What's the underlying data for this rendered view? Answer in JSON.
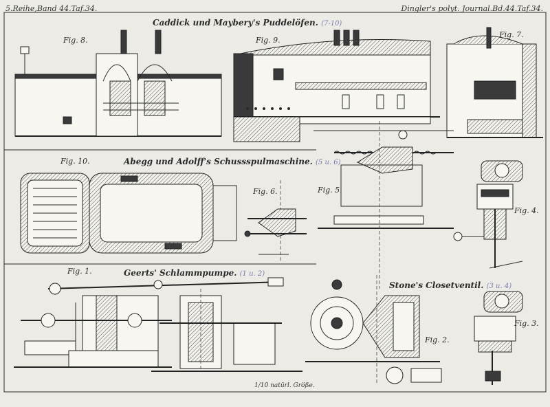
{
  "header": {
    "left": "5.Reihe,Band 44.Taf.34.",
    "right": "Dingler's polyt. Journal.Bd.44.Taf.34."
  },
  "titles": {
    "caddick": {
      "text": "Caddick und Maybery's Puddelöfen.",
      "ref": "(7-10)"
    },
    "abegg": {
      "text": "Abegg und Adolff's Schussspulmaschine.",
      "ref": "(5 u. 6)"
    },
    "geerts": {
      "text": "Geerts' Schlammpumpe.",
      "ref": "(1 u. 2)"
    },
    "stone": {
      "text": "Stone's Closetventil.",
      "ref": "(3 u. 4)"
    }
  },
  "figures": {
    "fig8": "Fig. 8.",
    "fig9": "Fig. 9.",
    "fig7": "Fig. 7.",
    "fig10": "Fig. 10.",
    "fig6": "Fig. 6.",
    "fig5": "Fig. 5.",
    "fig4": "Fig. 4.",
    "fig1": "Fig. 1.",
    "fig2": "Fig. 2.",
    "fig3": "Fig. 3."
  },
  "scale_note": "1/10 natürl. Größe."
}
